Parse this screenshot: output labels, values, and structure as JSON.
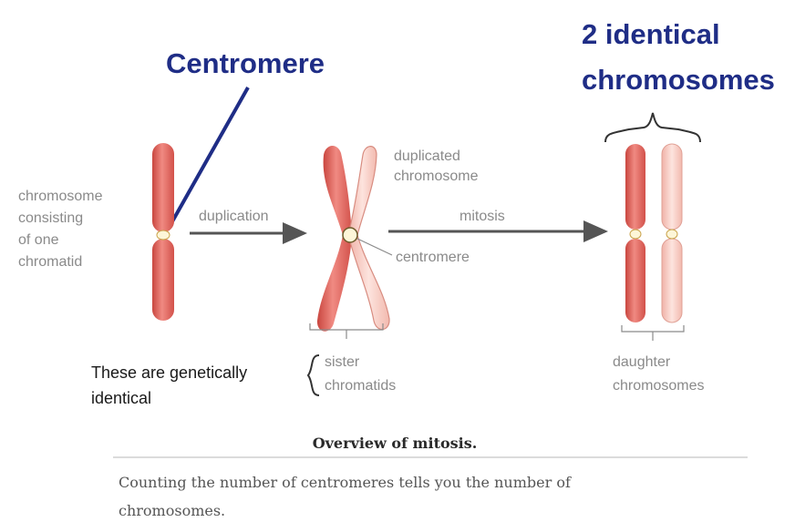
{
  "callouts": {
    "centromere": "Centromere",
    "identical_line1": "2 identical",
    "identical_line2": "chromosomes"
  },
  "labels": {
    "chromosome_one": [
      "chromosome",
      "consisting",
      "of one",
      "chromatid"
    ],
    "duplication": "duplication",
    "duplicated": [
      "duplicated",
      "chromosome"
    ],
    "centromere_small": "centromere",
    "mitosis": "mitosis",
    "sister": [
      "sister",
      "chromatids"
    ],
    "genetically": [
      "These are genetically",
      "identical"
    ],
    "daughter": [
      "daughter",
      "chromosomes"
    ]
  },
  "figure": {
    "title": "Overview of mitosis.",
    "caption_line1": "Counting the number of centromeres tells you the number of",
    "caption_line2": "chromosomes."
  },
  "colors": {
    "chromosome_dark": "#e0605a",
    "chromosome_light": "#f6c8bf",
    "callout_navy": "#1f2d86",
    "label_gray": "#8a8a8a",
    "arrow": "#555555"
  }
}
